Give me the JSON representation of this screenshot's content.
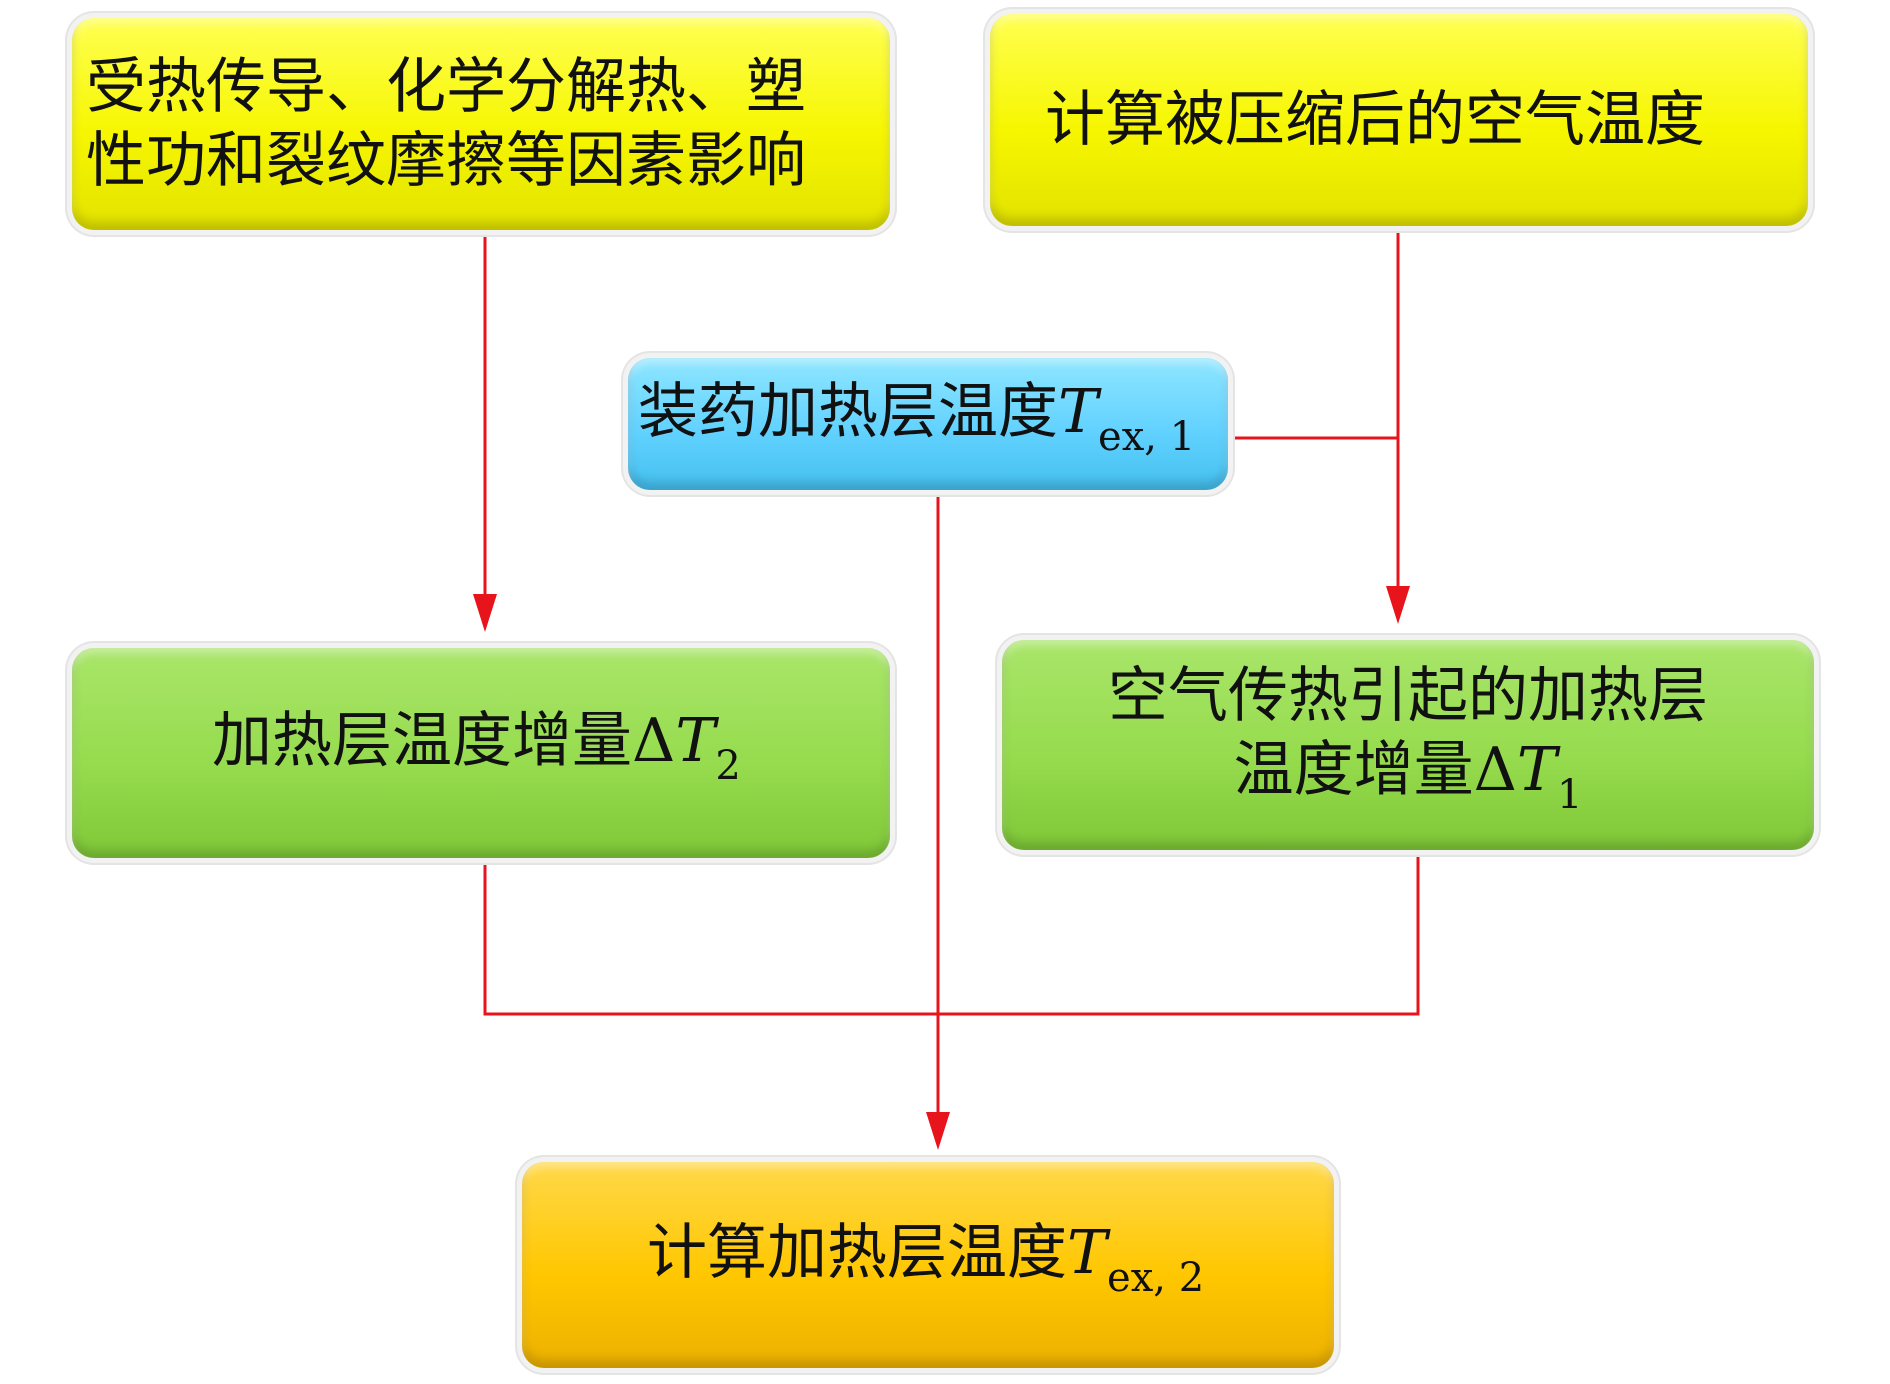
{
  "diagram": {
    "nodes": {
      "factors": {
        "line1": "受热传导、化学分解热、塑",
        "line2": "性功和裂纹摩擦等因素影响"
      },
      "air_temp": {
        "label": "计算被压缩后的空气温度"
      },
      "init_temp": {
        "label": "装药加热层温度",
        "var": "T",
        "sub": "ex, 1"
      },
      "delta2": {
        "label": "加热层温度增量Δ",
        "var": "T",
        "sub": "2"
      },
      "delta1": {
        "line1": "空气传热引起的加热层",
        "line2": "温度增量Δ",
        "var": "T",
        "sub": "1"
      },
      "final": {
        "label": "计算加热层温度",
        "var": "T",
        "sub": "ex, 2"
      }
    },
    "colors": {
      "input_box": "#f6f600",
      "initial_box": "#62d2ff",
      "increment_box": "#96dc4e",
      "result_box": "#ffc700",
      "connector": "#e8141b"
    }
  }
}
